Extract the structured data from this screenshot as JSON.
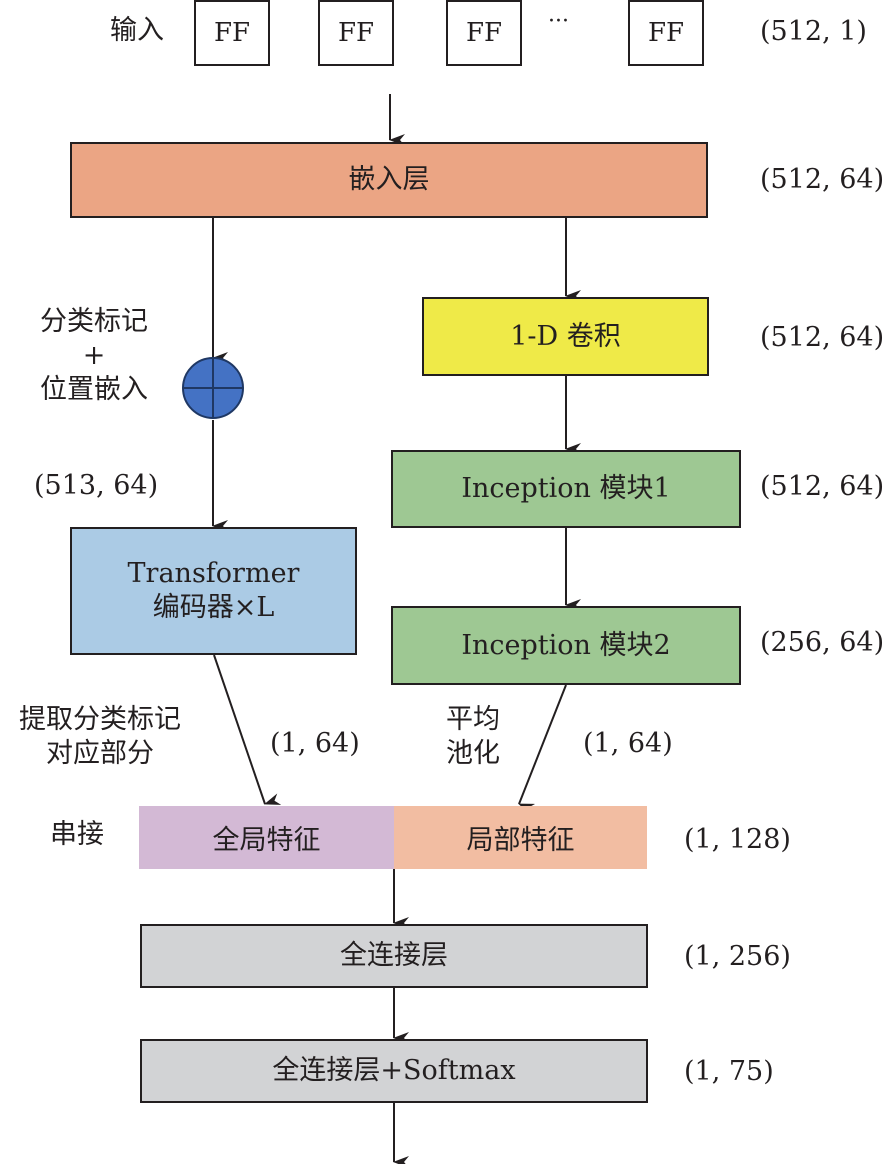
{
  "input": {
    "label": "输入",
    "tokens": [
      "FF",
      "FF",
      "FF",
      "FF"
    ],
    "ellipsis": "···",
    "shape": "(512, 1)"
  },
  "embedding": {
    "label": "嵌入层",
    "shape": "(512, 64)",
    "color": "#eba584"
  },
  "left_branch": {
    "add_label_line1": "分类标记",
    "add_label_plus": "+",
    "add_label_line2": "位置嵌入",
    "add_shape": "(513, 64)",
    "add_node_color": "#4472c4",
    "transformer_line1": "Transformer",
    "transformer_line2": "编码器×L",
    "transformer_color": "#abcbe5",
    "extract_line1": "提取分类标记",
    "extract_line2": "对应部分",
    "extract_shape": "(1, 64)"
  },
  "right_branch": {
    "conv_label": "1-D 卷积",
    "conv_shape": "(512, 64)",
    "conv_color": "#efea48",
    "inception1_label": "Inception 模块1",
    "inception1_shape": "(512, 64)",
    "inception2_label": "Inception 模块2",
    "inception2_shape": "(256, 64)",
    "inception_color": "#9ec893",
    "pool_line1": "平均",
    "pool_line2": "池化",
    "pool_shape": "(1, 64)"
  },
  "concat": {
    "label": "串接",
    "global_label": "全局特征",
    "local_label": "局部特征",
    "shape": "(1, 128)",
    "global_color": "#d3b9d5",
    "local_color": "#f2bda2"
  },
  "fc1": {
    "label": "全连接层",
    "shape": "(1, 256)",
    "color": "#d2d3d5"
  },
  "fc2": {
    "label": "全连接层+Softmax",
    "shape": "(1, 75)",
    "color": "#d2d3d5"
  }
}
